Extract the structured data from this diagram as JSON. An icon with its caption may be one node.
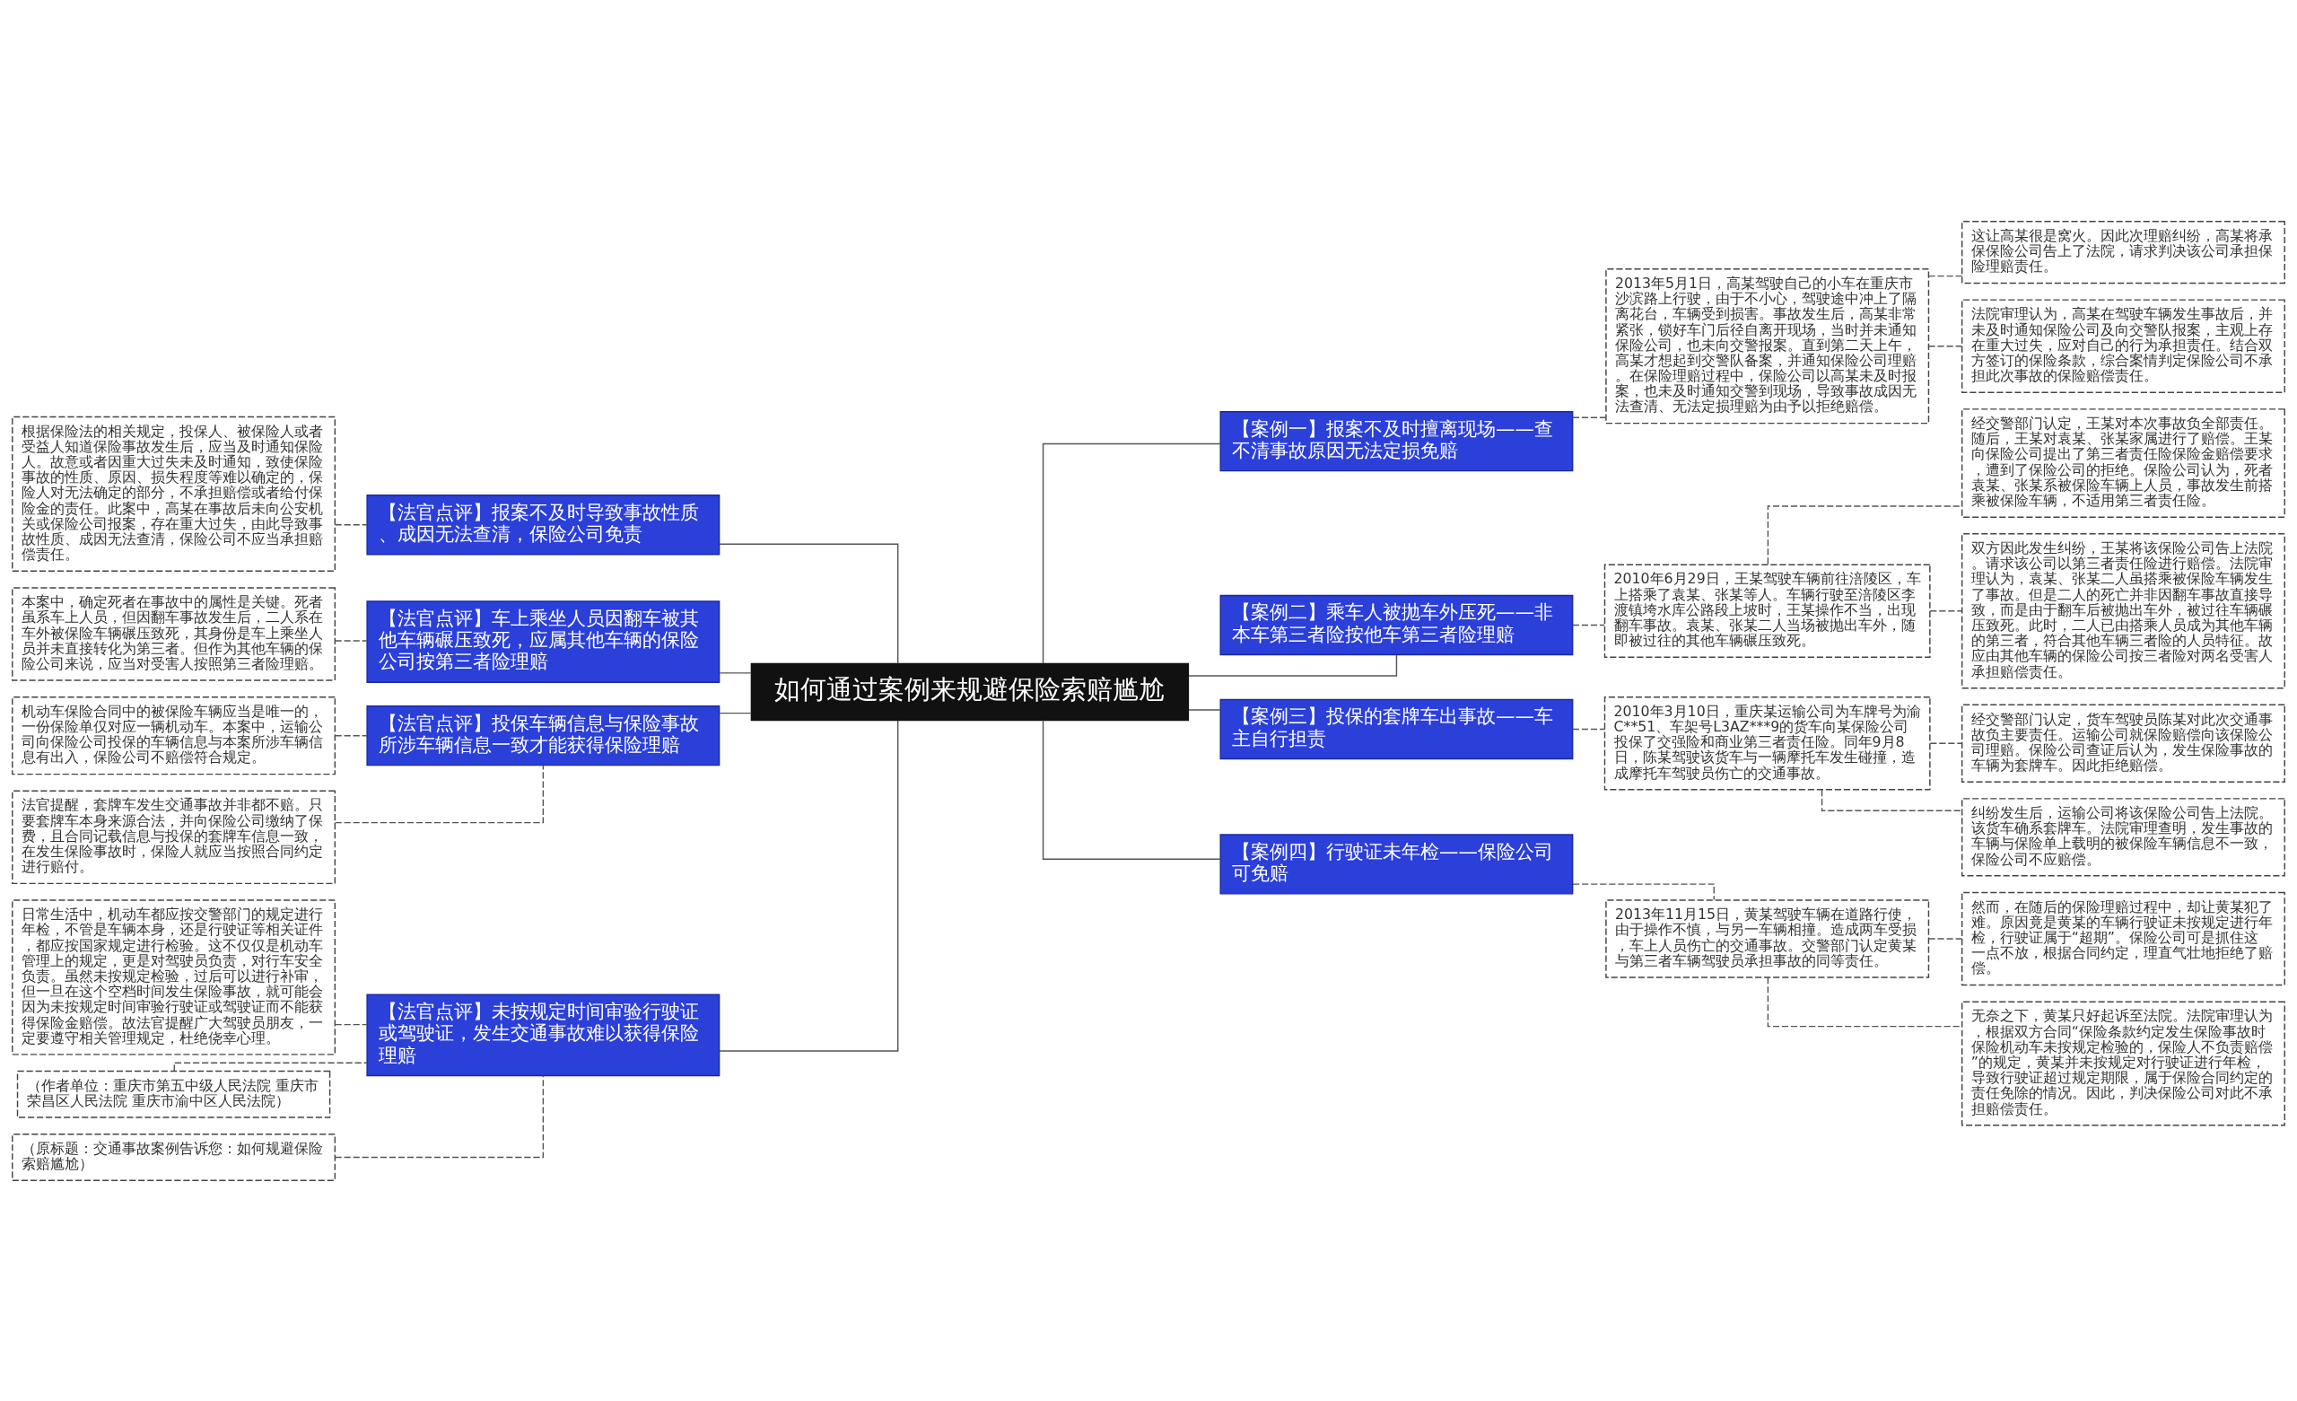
{
  "diagram": {
    "nodes": [
      {
        "text": [
          "如何通过案例来规避保险索赔尴尬"
        ]
      },
      {
        "text": [
          "【法官点评】报案不及时导致事故性质、成因无法查清，保险公司免责"
        ]
      },
      {
        "text": [
          "根据保险法的相关规定，投保人、被保险人或者受益人知道保险事故发生后，应当及时通知保险人。故意或者因重大过失未及时通知，致使保险事故的性质、原因、损失程度等难以确定的，保险人对无法确定的部分，不承担赔偿或者给付保险金的责任。此案中，高某在事故后未向公安机关或保险公司报案，存在重大过失，由此导致事故性质、成因无法查清，保险公司不应当承担赔偿责任。"
        ]
      },
      {
        "text": [
          "【法官点评】车上乘坐人员因翻车被其他车辆碾压致死，应属其他车辆的保险公司按第三者险理赔"
        ]
      },
      {
        "text": [
          "本案中，确定死者在事故中的属性是关键。死者虽系车上人员，但因翻车事故发生后，二人系在车外被保险车辆碾压致死，其身份是车上乘坐人员并未直接转化为第三者。但作为其他车辆的保险公司来说，应当对受害人按照第三者险理赔。"
        ]
      },
      {
        "text": [
          "【法官点评】投保车辆信息与保险事故所涉车辆信息一致才能获得保险理赔"
        ]
      },
      {
        "text": [
          "机动车保险合同中的被保险车辆应当是唯一的，一份保险单仅对应一辆机动车。本案中，运输公司向保险公司投保的车辆信息与本案所涉车辆信息有出入，保险公司不赔偿符合规定。"
        ]
      },
      {
        "text": [
          "法官提醒，套牌车发生交通事故并非都不赔。只要套牌车本身来源合法，并向保险公司缴纳了保费，且合同记载信息与投保的套牌车信息一致，在发生保险事故时，保险人就应当按照合同约定进行赔付。"
        ]
      },
      {
        "text": [
          "【法官点评】未按规定时间审验行驶证或驾驶证，发生交通事故难以获得保险理赔"
        ]
      },
      {
        "text": [
          "日常生活中，机动车都应按交警部门的规定进行年检，不管是车辆本身，还是行驶证等相关证件，都应按国家规定进行检验。这不仅仅是机动车管理上的规定，更是对驾驶员负责，对行车安全负责。虽然未按规定检验，过后可以进行补审，但一旦在这个空档时间发生保险事故，就可能会因为未按规定时间审验行驶证或驾驶证而不能获得保险金赔偿。故法官提醒广大驾驶员朋友，一定要遵守相关管理规定，杜绝侥幸心理。"
        ]
      },
      {
        "text": [
          "（作者单位：重庆市第五中级人民法院 重庆市荣昌区人民法院 重庆市渝中区人民法院）"
        ]
      },
      {
        "text": [
          "（原标题：交通事故案例告诉您：如何规避保险索赔尴尬）"
        ]
      },
      {
        "text": [
          "【案例一】报案不及时擅离现场——查不清事故原因无法定损免赔"
        ]
      },
      {
        "text": [
          "2013年5月1日，高某驾驶自己的小车在重庆市沙滨路上行驶，由于不小心，驾驶途中冲上了隔离花台，车辆受到损害。事故发生后，高某非常紧张，锁好车门后径自离开现场，当时并未通知保险公司，也未向交警报案。直到第二天上午，高某才想起到交警队备案，并通知保险公司理赔。在保险理赔过程中，保险公司以高某未及时报案，也未及时通知交警到现场，导致事故成因无法查清、无法定损理赔为由予以拒绝赔偿。"
        ]
      },
      {
        "text": [
          "这让高某很是窝火。因此次理赔纠纷，高某将承保保险公司告上了法院，请求判决该公司承担保险理赔责任。"
        ]
      },
      {
        "text": [
          "法院审理认为，高某在驾驶车辆发生事故后，并未及时通知保险公司及向交警队报案，主观上存在重大过失，应对自己的行为承担责任。结合双方签订的保险条款，综合案情判定保险公司不承担此次事故的保险赔偿责任。"
        ]
      },
      {
        "text": [
          "【案例二】乘车人被抛车外压死——非本车第三者险按他车第三者险理赔"
        ]
      },
      {
        "text": [
          "2010年6月29日，王某驾驶车辆前往涪陵区，车上搭乘了袁某、张某等人。车辆行驶至涪陵区李渡镇垮水库公路段上坡时，王某操作不当，出现翻车事故。袁某、张某二人当场被抛出车外，随即被过往的其他车辆碾压致死。"
        ]
      },
      {
        "text": [
          "经交警部门认定，王某对本次事故负全部责任。随后，王某对袁某、张某家属进行了赔偿。王某向保险公司提出了第三者责任险保险金赔偿要求，遭到了保险公司的拒绝。保险公司认为，死者袁某、张某系被保险车辆上人员，事故发生前搭乘被保险车辆，不适用第三者责任险。"
        ]
      },
      {
        "text": [
          "双方因此发生纠纷，王某将该保险公司告上法院。请求该公司以第三者责任险进行赔偿。法院审理认为，袁某、张某二人虽搭乘被保险车辆发生了事故。但是二人的死亡并非因翻车事故直接导致，而是由于翻车后被抛出车外，被过往车辆碾压致死。此时，二人已由搭乘人员成为其他车辆的第三者，符合其他车辆三者险的人员特征。故应由其他车辆的保险公司按三者险对两名受害人承担赔偿责任。"
        ]
      },
      {
        "text": [
          "【案例三】投保的套牌车出事故——车主自行担责"
        ]
      },
      {
        "text": [
          "2010年3月10日，重庆某运输公司为车牌号为渝C**51、车架号L3AZ***9的货车向某保险公司投保了交强险和商业第三者责任险。同年9月8日，陈某驾驶该货车与一辆摩托车发生碰撞，造成摩托车驾驶员伤亡的交通事故。"
        ]
      },
      {
        "text": [
          "经交警部门认定，货车驾驶员陈某对此次交通事故负主要责任。运输公司就保险赔偿向该保险公司理赔。保险公司查证后认为，发生保险事故的车辆为套牌车。因此拒绝赔偿。"
        ]
      },
      {
        "text": [
          "纠纷发生后，运输公司将该保险公司告上法院。该货车确系套牌车。法院审理查明，发生事故的车辆与保险单上载明的被保险车辆信息不一致，保险公司不应赔偿。"
        ]
      },
      {
        "text": [
          "【案例四】行驶证未年检——保险公司可免赔"
        ]
      },
      {
        "text": [
          "2013年11月15日，黄某驾驶车辆在道路行使，由于操作不慎，与另一车辆相撞。造成两车受损，车上人员伤亡的交通事故。交警部门认定黄某与第三者车辆驾驶员承担事故的同等责任。"
        ]
      },
      {
        "text": [
          "然而，在随后的保险理赔过程中，却让黄某犯了难。原因竟是黄某的车辆行驶证未按规定进行年检，行驶证属于“超期”。保险公司可是抓住这一点不放，根据合同约定，理直气壮地拒绝了赔偿。"
        ]
      },
      {
        "text": [
          "无奈之下，黄某只好起诉至法院。法院审理认为，根据双方合同“保险条款约定发生保险事故时保险机动车未按规定检验的，保险人不负责赔偿”的规定，黄某并未按规定对行驶证进行年检，导致行驶证超过规定期限，属于保险合同约定的责任免除的情况。因此，判决保险公司对此不承担赔偿责任。"
        ]
      }
    ],
    "edges": [
      {
        "from": 2,
        "to": 1,
        "arrow": "none",
        "style": "dashed"
      },
      {
        "from": 1,
        "to": 0,
        "arrow": "none"
      },
      {
        "from": 4,
        "to": 3,
        "arrow": "none",
        "style": "dashed"
      },
      {
        "from": 3,
        "to": 0,
        "arrow": "none"
      },
      {
        "from": 6,
        "to": 5,
        "arrow": "none",
        "style": "dashed"
      },
      {
        "from": 7,
        "to": 5,
        "arrow": "none",
        "style": "dashed"
      },
      {
        "from": 5,
        "to": 0,
        "arrow": "none"
      },
      {
        "from": 9,
        "to": 8,
        "arrow": "none",
        "style": "dashed"
      },
      {
        "from": 10,
        "to": 8,
        "arrow": "none",
        "style": "dashed"
      },
      {
        "from": 11,
        "to": 8,
        "arrow": "none",
        "style": "dashed"
      },
      {
        "from": 8,
        "to": 0,
        "arrow": "none"
      },
      {
        "from": 0,
        "to": 12,
        "arrow": "none"
      },
      {
        "from": 12,
        "to": 13,
        "arrow": "none",
        "style": "dashed"
      },
      {
        "from": 13,
        "to": 14,
        "arrow": "none",
        "style": "dashed"
      },
      {
        "from": 13,
        "to": 15,
        "arrow": "none",
        "style": "dashed"
      },
      {
        "from": 0,
        "to": 16,
        "arrow": "none"
      },
      {
        "from": 16,
        "to": 17,
        "arrow": "none",
        "style": "dashed"
      },
      {
        "from": 17,
        "to": 18,
        "arrow": "none",
        "style": "dashed"
      },
      {
        "from": 17,
        "to": 19,
        "arrow": "none",
        "style": "dashed"
      },
      {
        "from": 0,
        "to": 20,
        "arrow": "none"
      },
      {
        "from": 20,
        "to": 21,
        "arrow": "none",
        "style": "dashed"
      },
      {
        "from": 21,
        "to": 22,
        "arrow": "none",
        "style": "dashed"
      },
      {
        "from": 21,
        "to": 23,
        "arrow": "none",
        "style": "dashed"
      },
      {
        "from": 0,
        "to": 24,
        "arrow": "none"
      },
      {
        "from": 24,
        "to": 25,
        "arrow": "none",
        "style": "dashed"
      },
      {
        "from": 25,
        "to": 26,
        "arrow": "none",
        "style": "dashed"
      },
      {
        "from": 25,
        "to": 27,
        "arrow": "none",
        "style": "dashed"
      }
    ]
  }
}
